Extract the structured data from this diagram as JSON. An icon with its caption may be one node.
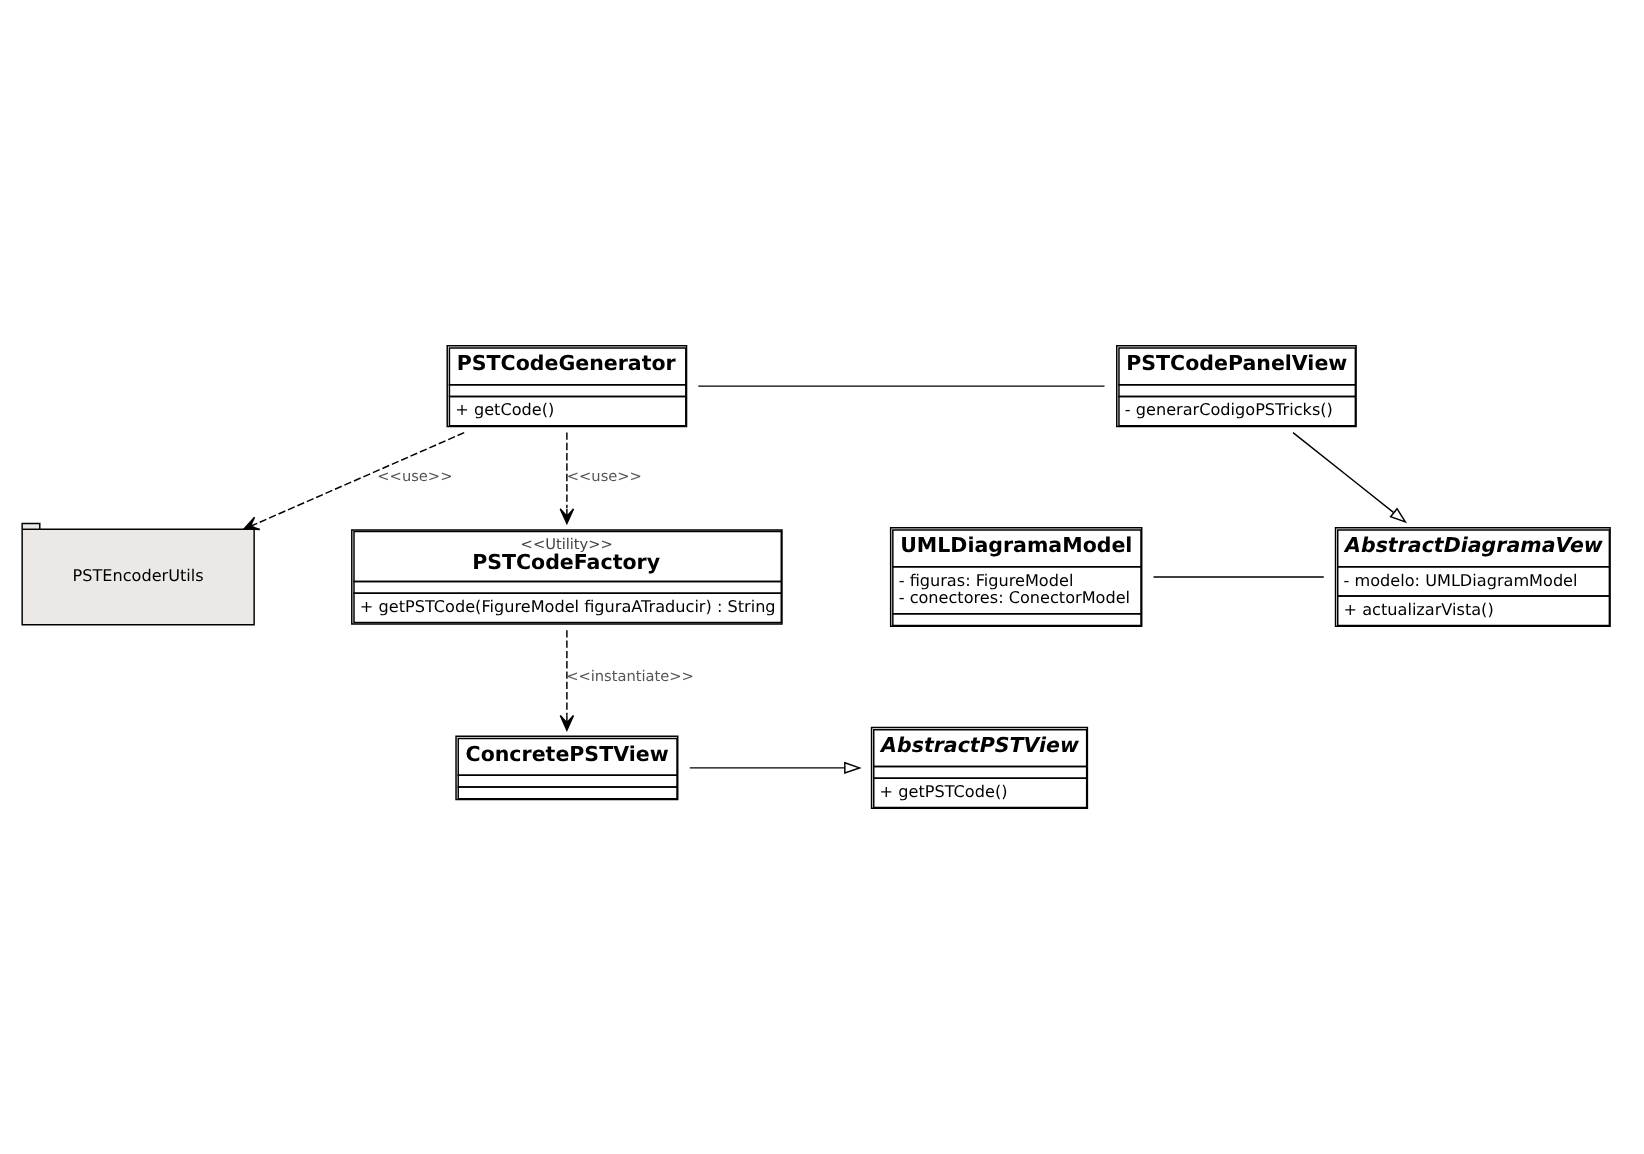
{
  "diagram": {
    "nodes": [
      {
        "text": [
          "UMLDiagramaModel",
          "- figuras: FigureModel",
          "- conectores: ConectorModel"
        ]
      },
      {
        "text": [
          "AbstractDiagramaVew",
          "- modelo: UMLDiagramModel",
          "+ actualizarVista()"
        ]
      },
      {
        "text": [
          "PSTCodeGenerator",
          "+ getCode()"
        ]
      },
      {
        "text": [
          "PSTCodePanelView",
          "- generarCodigoPSTricks()"
        ]
      },
      {
        "text": [
          "PSTEncoderUtils"
        ]
      },
      {
        "text": [
          "<<Utility>>",
          "PSTCodeFactory",
          "+ getPSTCode(FigureModel figuraATraducir) : String"
        ]
      },
      {
        "text": [
          "ConcretePSTView"
        ]
      },
      {
        "text": [
          "AbstractPSTView",
          "+ getPSTCode()"
        ]
      }
    ],
    "edges": [
      {
        "from": 0,
        "to": 1,
        "arrow": "none"
      },
      {
        "from": 3,
        "to": 1,
        "arrow": "to"
      },
      {
        "from": 2,
        "to": 3,
        "arrow": "none"
      },
      {
        "from": 2,
        "to": 4,
        "arrow": "to",
        "style": "dashed",
        "label": "<<use>>"
      },
      {
        "from": 2,
        "to": 5,
        "arrow": "to",
        "style": "dashed",
        "label": "<<use>>"
      },
      {
        "from": 5,
        "to": 6,
        "arrow": "to",
        "style": "dashed",
        "label": "<<instantiate>>"
      },
      {
        "from": 6,
        "to": 7,
        "arrow": "to"
      }
    ]
  }
}
